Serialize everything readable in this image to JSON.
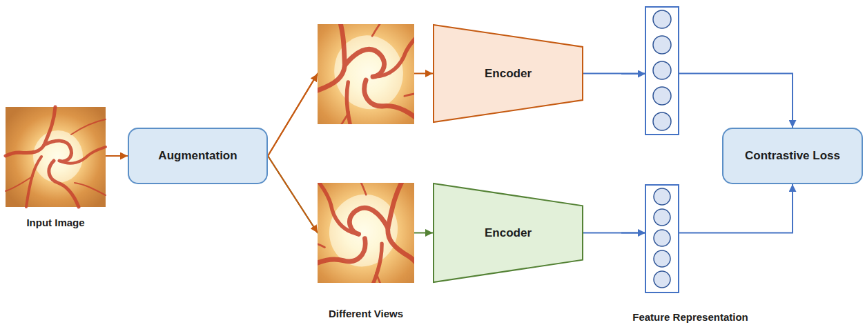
{
  "diagram": {
    "nodes": [
      {
        "text": [
          "Input Image"
        ]
      },
      {
        "text": [
          "Augmentation"
        ]
      },
      {
        "text": [
          "Encoder"
        ]
      },
      {
        "text": [
          "Encoder"
        ]
      },
      {
        "text": [
          "Contrastive Loss"
        ]
      }
    ],
    "edges": [
      {
        "from": 0,
        "to": 1,
        "arrow": "to"
      },
      {
        "from": 1,
        "to": 2,
        "arrow": "to"
      },
      {
        "from": 1,
        "to": 3,
        "arrow": "to"
      },
      {
        "from": 2,
        "to": 4,
        "arrow": "to"
      },
      {
        "from": 3,
        "to": 4,
        "arrow": "to"
      }
    ],
    "labels": [
      "Different Views",
      "Feature Representation"
    ]
  }
}
